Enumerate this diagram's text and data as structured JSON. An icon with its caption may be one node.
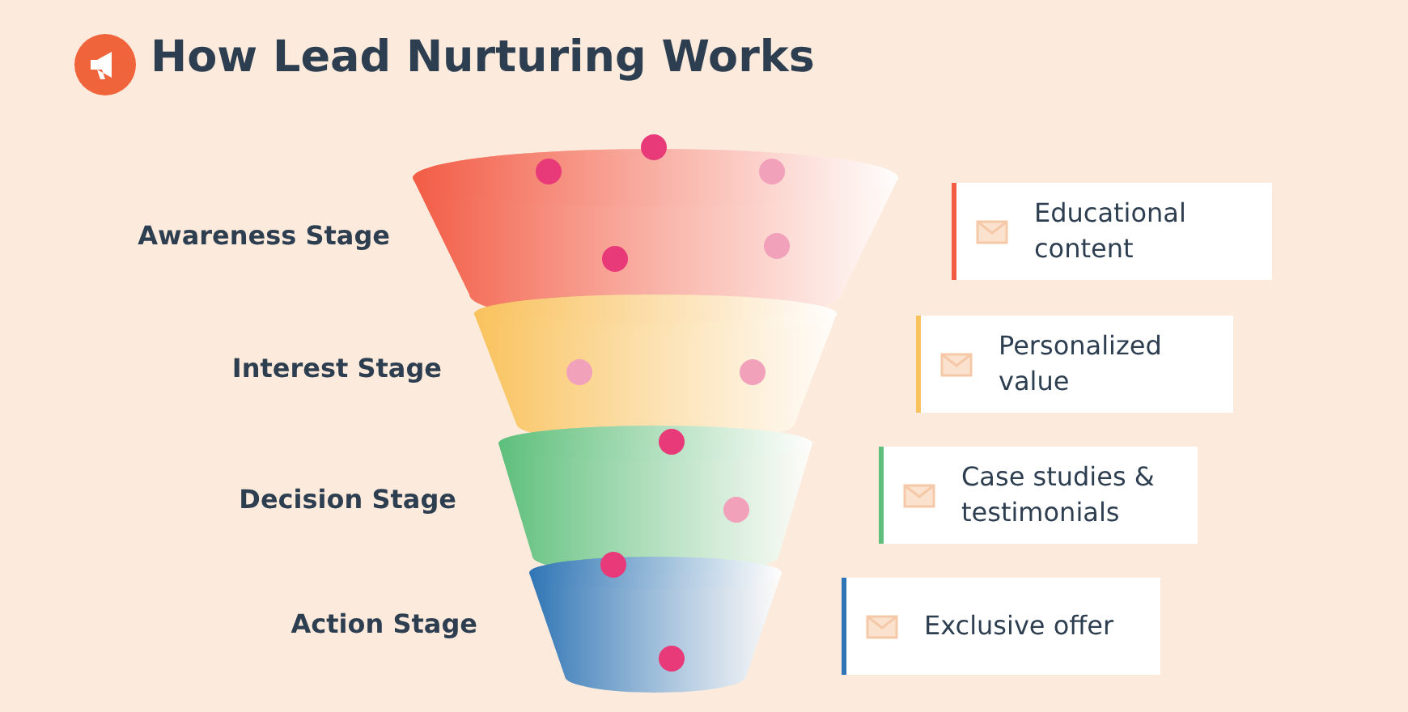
{
  "diagram": {
    "title": "How Lead Nurturing Works",
    "nodes": [
      {
        "text": [
          "Awareness Stage"
        ]
      },
      {
        "text": [
          "Interest Stage"
        ]
      },
      {
        "text": [
          "Decision Stage"
        ]
      },
      {
        "text": [
          "Action Stage"
        ]
      },
      {
        "text": [
          "Educational content"
        ]
      },
      {
        "text": [
          "Personalized value"
        ]
      },
      {
        "text": [
          "Case studies & testimonials"
        ]
      },
      {
        "text": [
          "Exclusive offer"
        ]
      }
    ]
  }
}
